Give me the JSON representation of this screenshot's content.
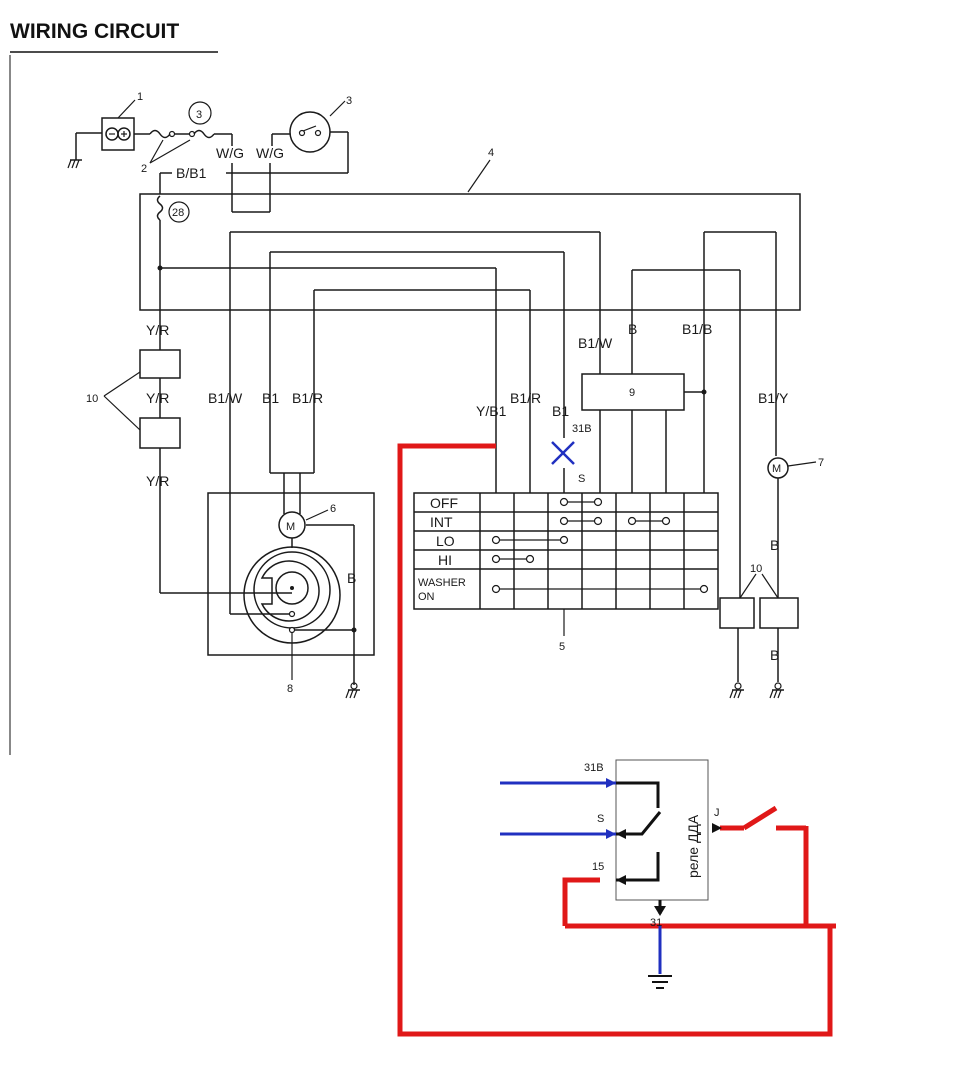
{
  "title": "WIRING CIRCUIT",
  "component_numbers": {
    "battery": "1",
    "fuse_link": "2",
    "ignition_switch": "3",
    "fuse_circle": "3",
    "harness": "4",
    "combination_switch": "5",
    "motor": "6",
    "washer_motor": "7",
    "relay_box": "8",
    "intermittent_relay": "9",
    "connector_left": "10",
    "connector_right": "10",
    "fuse_28": "28"
  },
  "wire_labels": {
    "wg1": "W/G",
    "wg2": "W/G",
    "bb1_top": "B/B1",
    "yr1": "Y/R",
    "yr2": "Y/R",
    "yr3": "Y/R",
    "b1w_left": "B1/W",
    "b1_left": "B1",
    "b1r_left": "B1/R",
    "yb1": "Y/B1",
    "b1r_mid": "B1/R",
    "b1_mid": "B1",
    "b1w_right": "B1/W",
    "b_right": "B",
    "b1b": "B1/B",
    "b1y": "B1/Y",
    "b_motor6": "B",
    "b_washer1": "B",
    "b_washer2": "B",
    "term_31b": "31B",
    "term_s": "S"
  },
  "switch_table": {
    "rows": [
      "OFF",
      "INT",
      "LO",
      "HI",
      "WASHER ON"
    ]
  },
  "relay": {
    "label": "реле ДДА",
    "terminals": {
      "t31b": "31B",
      "ts": "S",
      "t15": "15",
      "t31": "31",
      "tj": "J"
    }
  },
  "colors": {
    "ink": "#1a1a1a",
    "added_wire": "#e01818",
    "added_signal": "#2030c0",
    "background": "#ffffff"
  }
}
